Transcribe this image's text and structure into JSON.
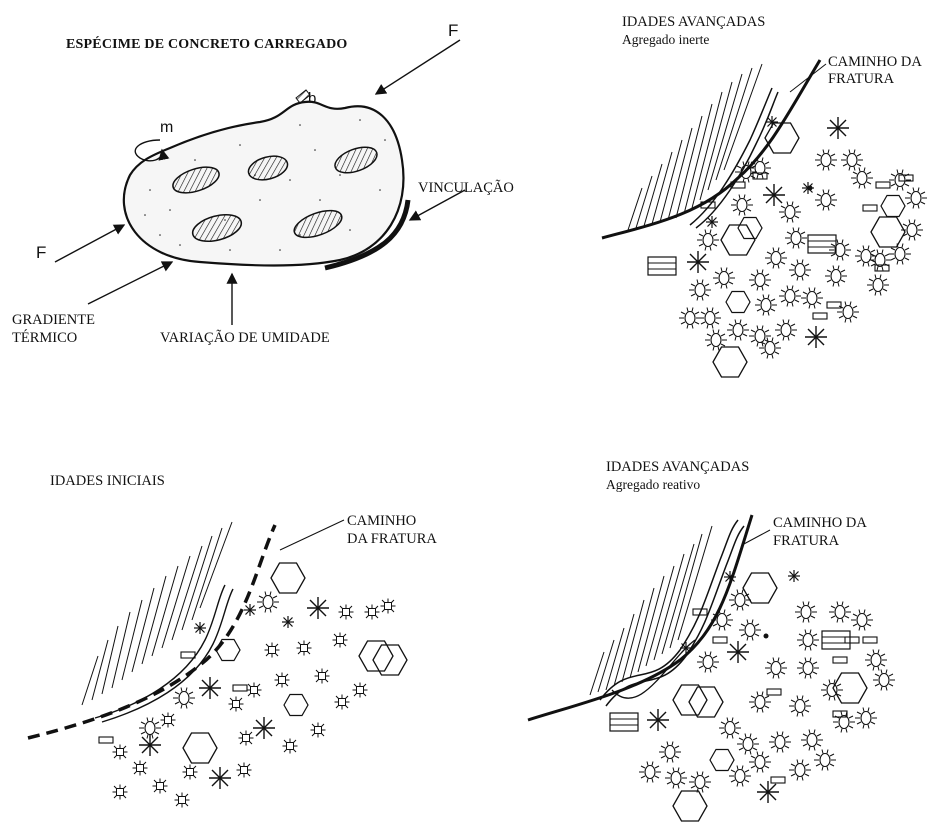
{
  "specimen": {
    "title": "ESPÉCIME DE CONCRETO CARREGADO",
    "force_label": "F",
    "moment_label": "m",
    "b_label": "b",
    "restraint": "VINCULAÇÃO",
    "thermal_line1": "GRADIENTE",
    "thermal_line2": "TÉRMICO",
    "moisture": "VARIAÇÃO DE UMIDADE"
  },
  "panel_inert": {
    "title": "IDADES AVANÇADAS",
    "subtitle": "Agregado inerte",
    "crack_line1": "CAMINHO DA",
    "crack_line2": "FRATURA"
  },
  "panel_early": {
    "title": "IDADES INICIAIS",
    "crack_line1": "CAMINHO",
    "crack_line2": "DA FRATURA"
  },
  "panel_reactive": {
    "title": "IDADES AVANÇADAS",
    "subtitle": "Agregado reativo",
    "crack_line1": "CAMINHO DA",
    "crack_line2": "FRATURA"
  }
}
